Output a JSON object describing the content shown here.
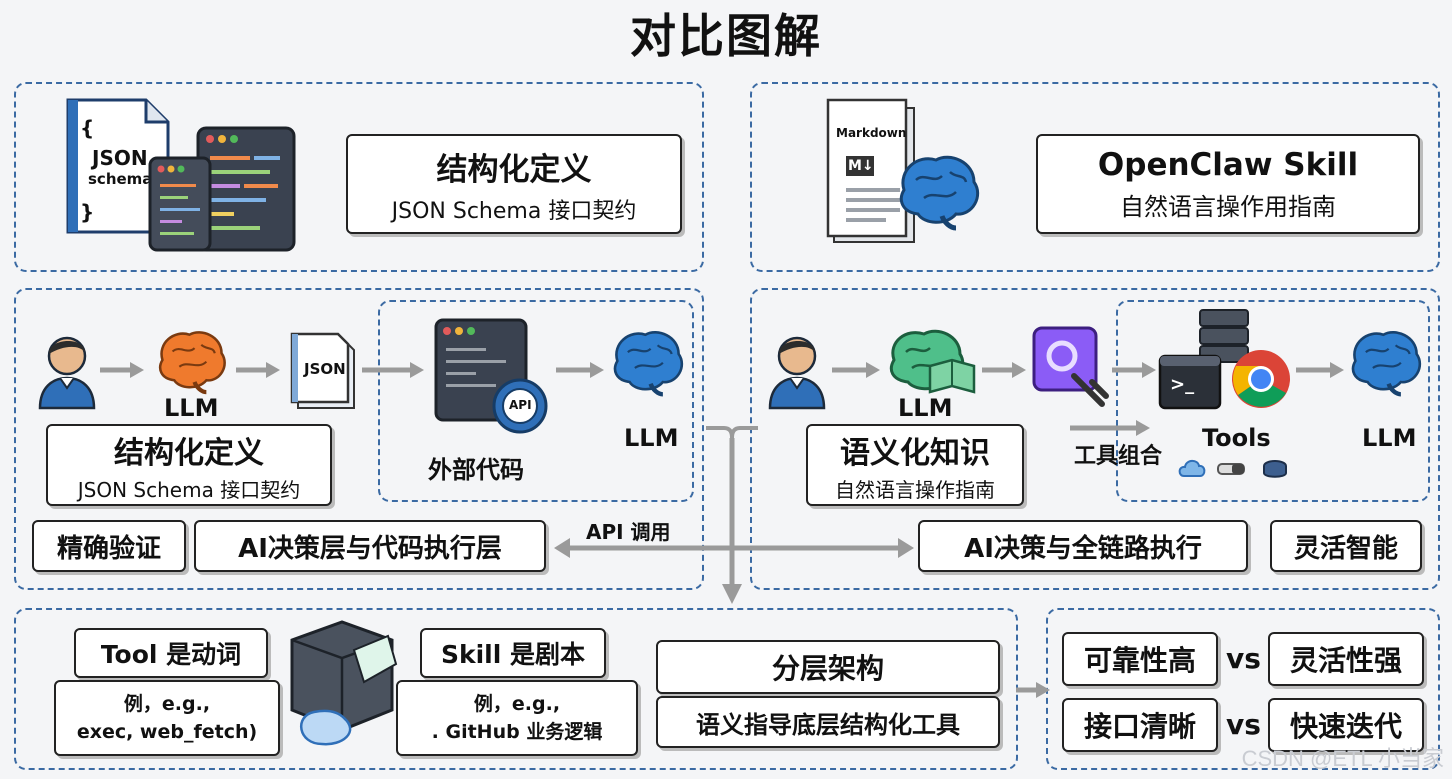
{
  "title": "对比图解",
  "top_left": {
    "heading": "结构化定义",
    "sub": "JSON Schema 接口契约",
    "doc_text_1": "JSON",
    "doc_text_2": "schema"
  },
  "top_right": {
    "heading": "OpenClaw Skill",
    "sub": "自然语言操作用指南",
    "doc_text": "Markdown",
    "md_glyph": "M↓"
  },
  "mid_left": {
    "llm1": "LLM",
    "json_file": "JSON",
    "api": "API",
    "llm2": "LLM",
    "box_heading": "结构化定义",
    "box_sub": "JSON Schema 接口契约",
    "ext_code": "外部代码",
    "badge1": "精确验证",
    "badge2": "AI决策层与代码执行层"
  },
  "center": {
    "api_call": "API 调用"
  },
  "mid_right": {
    "llm1": "LLM",
    "box_heading": "语义化知识",
    "box_sub": "自然语言操作指南",
    "tool_combo": "工具组合",
    "tools": "Tools",
    "llm2": "LLM",
    "terminal": ">_",
    "badge1": "AI决策与全链路执行",
    "badge2": "灵活智能"
  },
  "bottom_left": {
    "tool_title": "Tool 是动词",
    "tool_ex": "例，e.g.,\nexec, web_fetch)",
    "skill_title": "Skill 是剧本",
    "skill_ex": "例，e.g.,\n. GitHub 业务逻辑",
    "layer_title": "分层架构",
    "layer_sub": "语义指导底层结构化工具"
  },
  "bottom_right": {
    "r1_left": "可靠性高",
    "vs1": "vs",
    "r1_right": "灵活性强",
    "r2_left": "接口清晰",
    "vs2": "vs",
    "r2_right": "快速迭代"
  },
  "watermark": "CSDN @ETL 小当家",
  "colors": {
    "frame": "#3b6aa3",
    "arrow": "#9a9a9a",
    "brain_orange": "#ef7a2d",
    "brain_blue": "#2f7fd0",
    "brain_green": "#4fbf8a",
    "tool_purple": "#8b5cf6"
  }
}
